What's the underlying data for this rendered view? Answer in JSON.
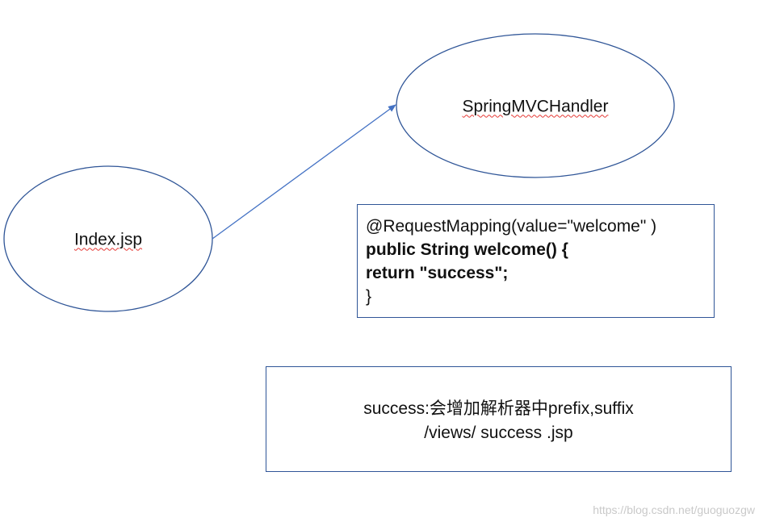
{
  "nodes": {
    "handler_label": "SpringMVCHandler",
    "index_label": "Index.jsp"
  },
  "code_box": {
    "line1": "@RequestMapping(value=\"welcome\" )",
    "line2": "public String welcome() {",
    "line3": "return \"success\";",
    "line4": "}"
  },
  "config_box": {
    "line1": "success:会增加解析器中prefix,suffix",
    "line2": "/views/ success .jsp"
  },
  "watermark": "https://blog.csdn.net/guoguozgw",
  "colors": {
    "outline": "#2f5597",
    "arrow": "#4472c4",
    "spellcheck": "#e53935",
    "text": "#111111",
    "watermark": "#c9c9c9"
  }
}
